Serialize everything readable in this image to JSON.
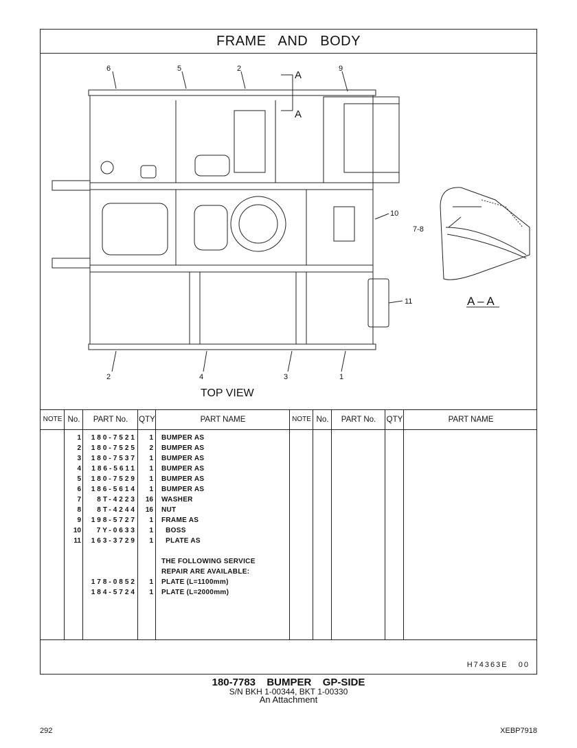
{
  "title": "FRAME AND BODY",
  "drawing": {
    "callouts": [
      "6",
      "5",
      "2",
      "A",
      "A",
      "9",
      "10",
      "7-8",
      "11",
      "2",
      "4",
      "3",
      "1"
    ],
    "top_view_label": "TOP VIEW",
    "section_label": "A – A"
  },
  "table": {
    "headers": [
      "NOTE",
      "No.",
      "PART No.",
      "QTY",
      "PART NAME",
      "NOTE",
      "No.",
      "PART No.",
      "QTY",
      "PART NAME"
    ],
    "rows": [
      {
        "no": "1",
        "part_no": "180-7521",
        "qty": "1",
        "name": "BUMPER AS"
      },
      {
        "no": "2",
        "part_no": "180-7525",
        "qty": "2",
        "name": "BUMPER AS"
      },
      {
        "no": "3",
        "part_no": "180-7537",
        "qty": "1",
        "name": "BUMPER AS"
      },
      {
        "no": "4",
        "part_no": "186-5611",
        "qty": "1",
        "name": "BUMPER AS"
      },
      {
        "no": "5",
        "part_no": "180-7529",
        "qty": "1",
        "name": "BUMPER AS"
      },
      {
        "no": "6",
        "part_no": "186-5614",
        "qty": "1",
        "name": "BUMPER AS"
      },
      {
        "no": "7",
        "part_no": "8T-4223",
        "qty": "16",
        "name": "WASHER"
      },
      {
        "no": "8",
        "part_no": "8T-4244",
        "qty": "16",
        "name": "NUT"
      },
      {
        "no": "9",
        "part_no": "198-5727",
        "qty": "1",
        "name": "FRAME AS"
      },
      {
        "no": "10",
        "part_no": "7Y-0633",
        "qty": "1",
        "name": "  BOSS"
      },
      {
        "no": "11",
        "part_no": "163-3729",
        "qty": "1",
        "name": "  PLATE AS"
      },
      {
        "no": "",
        "part_no": "",
        "qty": "",
        "name": ""
      },
      {
        "no": "",
        "part_no": "",
        "qty": "",
        "name": "THE FOLLOWING SERVICE"
      },
      {
        "no": "",
        "part_no": "",
        "qty": "",
        "name": "REPAIR ARE AVAILABLE:"
      },
      {
        "no": "",
        "part_no": "178-0852",
        "qty": "1",
        "name": "PLATE (L=1100mm)"
      },
      {
        "no": "",
        "part_no": "184-5724",
        "qty": "1",
        "name": "PLATE (L=2000mm)"
      }
    ]
  },
  "illustration_code": "H74363E   00",
  "caption": {
    "group": "180-7783  BUMPER  GP-SIDE",
    "serial": "S/N BKH 1-00344, BKT 1-00330",
    "note": "An Attachment"
  },
  "page_number": "292",
  "doc_id": "XEBP7918"
}
